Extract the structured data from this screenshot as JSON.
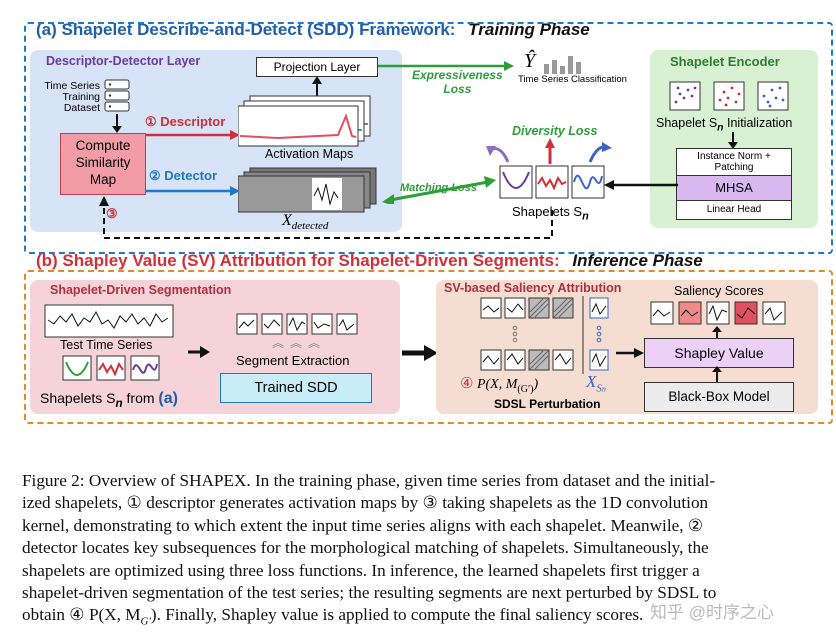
{
  "section_a": {
    "title": "(a) Shapelet Describe-and-Detect (SDD) Framework:",
    "phase": "Training Phase",
    "ddl_title": "Descriptor-Detector Layer",
    "ts_lines": [
      "Time Series",
      "Training",
      "Dataset"
    ],
    "compute_similarity": [
      "Compute",
      "Similarity",
      "Map"
    ],
    "descriptor_label": "① Descriptor",
    "detector_label": "② Detector",
    "three_label": "③",
    "projection_layer": "Projection Layer",
    "activation_maps": "Activation Maps",
    "x_detected": "X",
    "x_detected_sub": "detected",
    "expressiveness_loss": [
      "Expressiveness",
      "Loss"
    ],
    "y_hat": "Ŷ",
    "ts_classification": "Time Series Classification",
    "diversity_loss": "Diversity Loss",
    "matching_loss": "Matching Loss",
    "shapelets_sn": "Shapelets S",
    "encoder_title": "Shapelet Encoder",
    "shapelet_init": "Shapelet S",
    "shapelet_init_tail": " Initialization",
    "instance_norm": [
      "Instance Norm +",
      "Patching"
    ],
    "mhsa": "MHSA",
    "linear_head": "Linear Head"
  },
  "section_b": {
    "title": "(b) Shapley Value (SV) Attribution for Shapelet-Driven Segments:",
    "phase": "Inference Phase",
    "seg_title": "Shapelet-Driven Segmentation",
    "test_ts": "Test Time Series",
    "segment_extraction": "Segment Extraction",
    "trained_sdd": "Trained SDD",
    "shapelets_from": "Shapelets S",
    "from_a": " from ",
    "a_ref": "(a)",
    "sva_title": "SV-based Saliency Attribution",
    "p_label": "④",
    "p_formula": "P(X, M",
    "p_formula_sub": "(G′)",
    "p_formula_end": ")",
    "x_s": "X",
    "x_s_sub": "S",
    "sdsl": "SDSL Perturbation",
    "saliency_scores": "Saliency Scores",
    "shapley_value": "Shapley Value",
    "black_box": "Black-Box Model"
  },
  "caption": {
    "lines": [
      "Figure 2:  Overview of SHAPEX. In the training phase, given time series from dataset and the initial-",
      "ized shapelets, ① descriptor generates activation maps by ③ taking shapelets as the 1D convolution",
      "kernel, demonstrating to which extent the input time series aligns with each shapelet. Meanwile, ②",
      "detector locates key subsequences for the morphological matching of shapelets. Simultaneously, the",
      "shapelets are optimized using three loss functions. In inference, the learned shapelets first trigger a",
      "shapelet-driven segmentation of the test series; the resulting segments are next perturbed by SDSL to",
      "obtain ④ P(X, M",
      "G′",
      "). Finally, Shapley value is applied to compute the final saliency scores."
    ],
    "watermark": "知乎 @时序之心"
  },
  "colors": {
    "blue_title": "#1f5fa8",
    "red_accent": "#d0303a",
    "green_accent": "#2e9e3a",
    "purple": "#6a3d9a",
    "mhsa_fill": "#d9b8f0",
    "shapley_fill": "#ecd0f7"
  }
}
